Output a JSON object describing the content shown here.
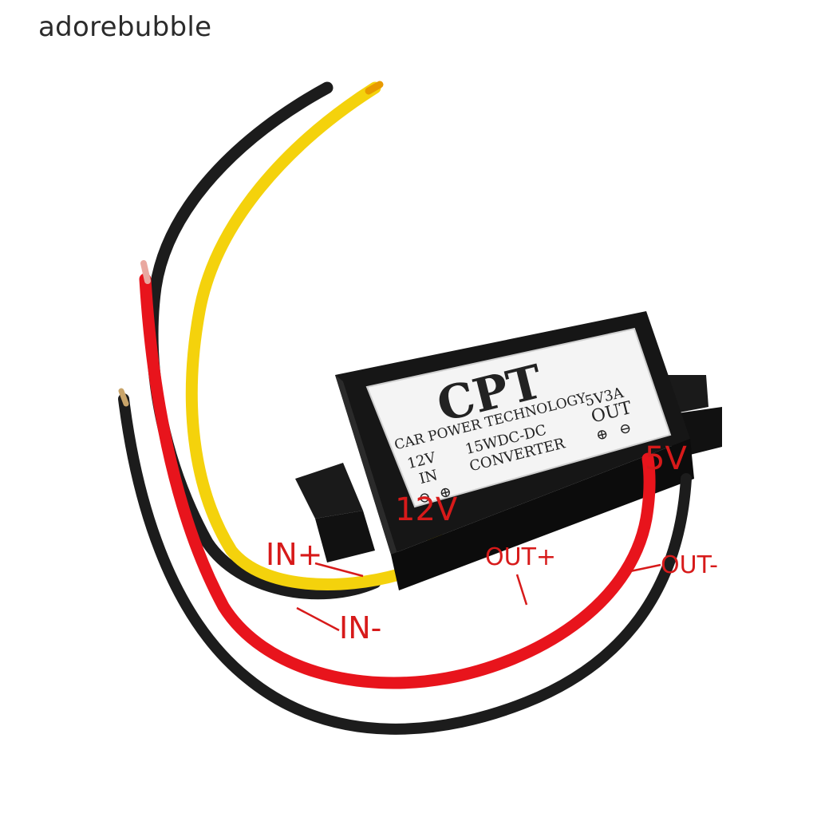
{
  "watermark": "adorebubble",
  "product": {
    "brand": "CPT",
    "subtitle": "CAR POWER TECHNOLOGY",
    "input_voltage": "12V",
    "input_label": "IN",
    "model": "15WDC-DC",
    "converter": "CONVERTER",
    "output_rating": "5V3A",
    "output_label": "OUT",
    "minus_symbol": "⊖",
    "plus_symbol": "⊕"
  },
  "annotations": {
    "v_in": "12V",
    "v_out": "5V",
    "in_plus": "IN+",
    "in_minus": "IN-",
    "out_plus": "OUT+",
    "out_minus": "OUT-"
  },
  "colors": {
    "annotation": "#d71a1a",
    "wire_red": "#e8141c",
    "wire_yellow": "#f4d20c",
    "wire_black": "#1c1c1c",
    "housing": "#161616",
    "label_bg": "#f4f4f4"
  }
}
